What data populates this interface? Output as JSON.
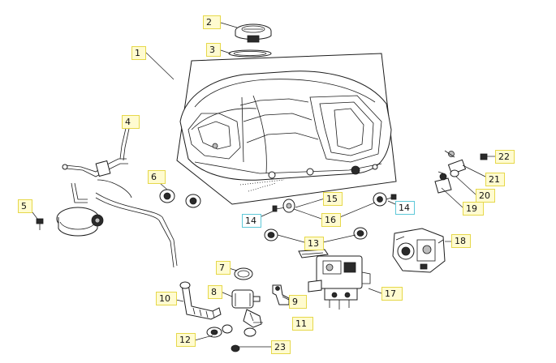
{
  "diagram": {
    "title": "Fuel tank assembly exploded view",
    "parts": [
      {
        "label": "1",
        "part": "fuel-tank"
      },
      {
        "label": "2",
        "part": "fuel-cap"
      },
      {
        "label": "3",
        "part": "cap-gasket"
      },
      {
        "label": "4",
        "part": "fuel-hose-assembly"
      },
      {
        "label": "5",
        "part": "screw"
      },
      {
        "label": "6",
        "part": "rubber-grommets"
      },
      {
        "label": "7",
        "part": "hose-clamp"
      },
      {
        "label": "8",
        "part": "fuel-filter"
      },
      {
        "label": "9",
        "part": "elbow-fitting"
      },
      {
        "label": "10",
        "part": "fuel-hose"
      },
      {
        "label": "11",
        "part": "hose-joint"
      },
      {
        "label": "12",
        "part": "clamp-set"
      },
      {
        "label": "13",
        "part": "cushions"
      },
      {
        "label": "14",
        "part": "bolt"
      },
      {
        "label": "15",
        "part": "rubber-mount"
      },
      {
        "label": "16",
        "part": "collars"
      },
      {
        "label": "17",
        "part": "fuel-pump"
      },
      {
        "label": "18",
        "part": "pump-bracket"
      },
      {
        "label": "19",
        "part": "injector"
      },
      {
        "label": "20",
        "part": "o-ring"
      },
      {
        "label": "21",
        "part": "connector"
      },
      {
        "label": "22",
        "part": "small-clip"
      },
      {
        "label": "23",
        "part": "small-clamp"
      }
    ]
  }
}
